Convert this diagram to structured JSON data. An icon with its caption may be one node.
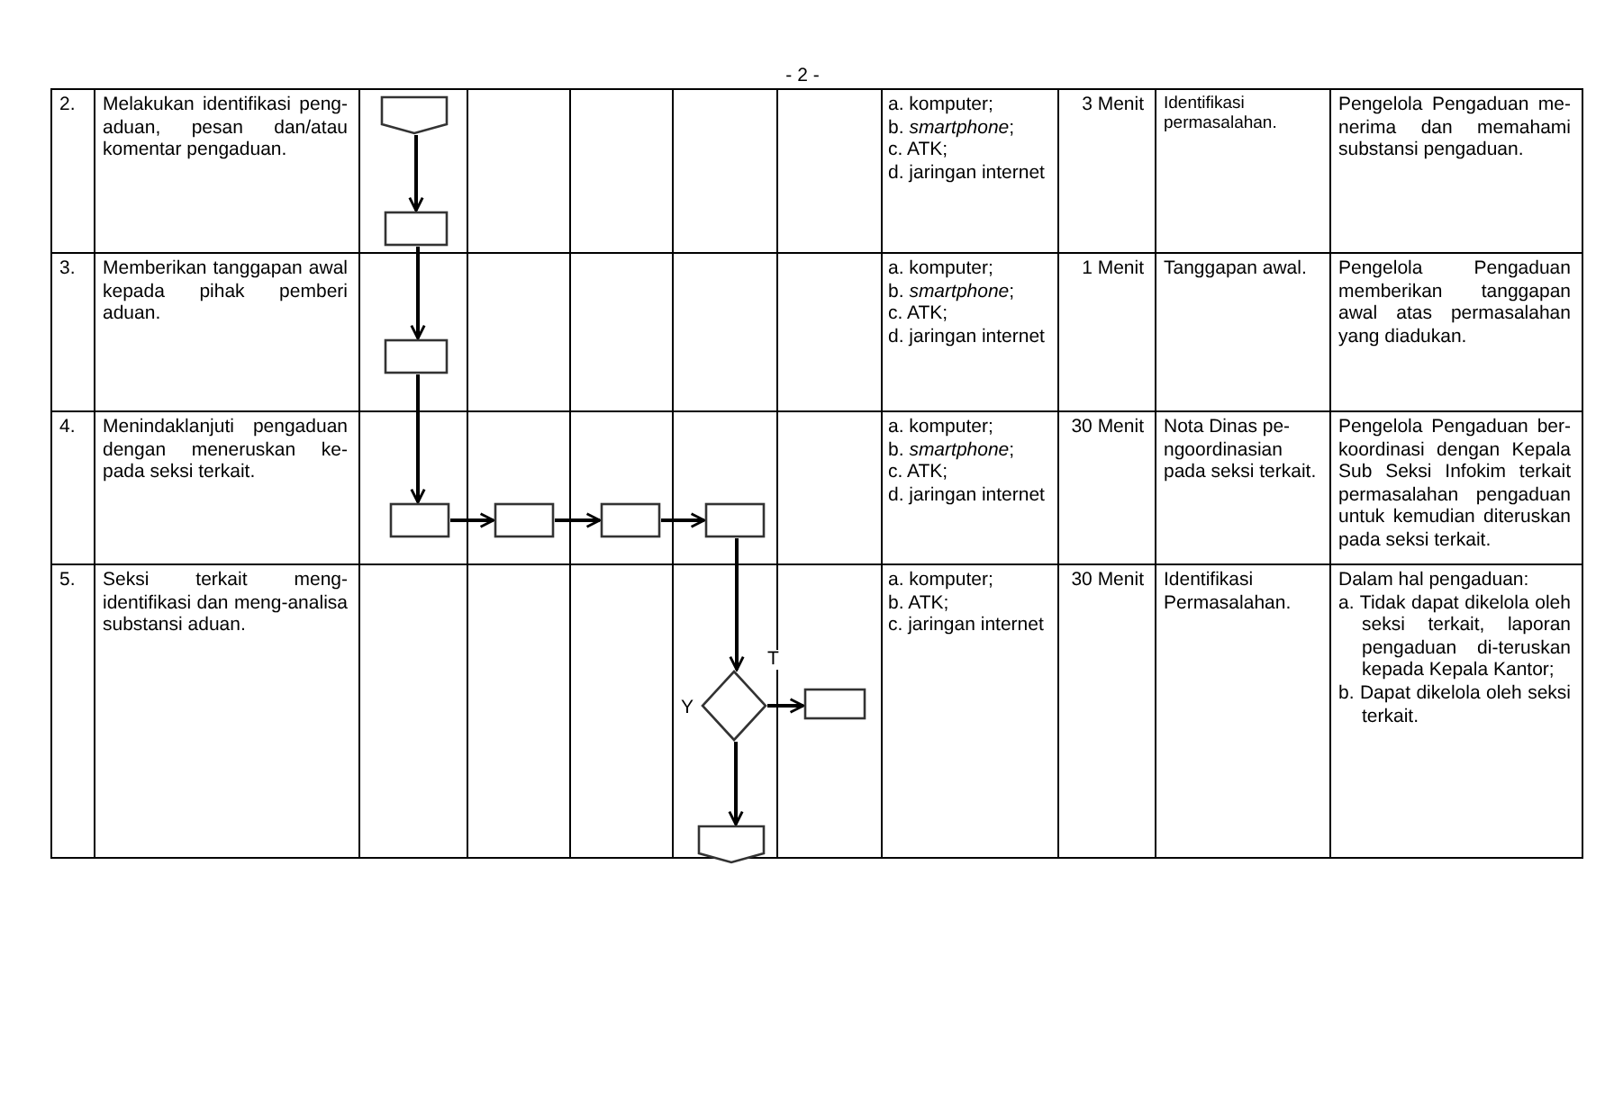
{
  "diagram": {
    "nodes": [
      {
        "text": [],
        "shape": "pentagon"
      },
      {
        "text": [],
        "shape": "box"
      },
      {
        "text": [],
        "shape": "box"
      },
      {
        "text": [],
        "shape": "box"
      },
      {
        "text": [],
        "shape": "box"
      },
      {
        "text": [],
        "shape": "box"
      },
      {
        "text": [],
        "shape": "box"
      },
      {
        "text": [],
        "shape": "diamond"
      },
      {
        "text": [],
        "shape": "box"
      },
      {
        "text": [],
        "shape": "pentagon"
      }
    ],
    "edges": [
      {
        "from": 0,
        "to": 1,
        "arrow": "to"
      },
      {
        "from": 1,
        "to": 2,
        "arrow": "to"
      },
      {
        "from": 2,
        "to": 3,
        "arrow": "to"
      },
      {
        "from": 3,
        "to": 4,
        "arrow": "to"
      },
      {
        "from": 4,
        "to": 5,
        "arrow": "to"
      },
      {
        "from": 5,
        "to": 6,
        "arrow": "to"
      },
      {
        "from": 6,
        "to": 7,
        "arrow": "to"
      },
      {
        "from": 7,
        "to": 8,
        "arrow": "to",
        "label": "T"
      },
      {
        "from": 7,
        "to": 9,
        "arrow": "to",
        "label": "Y"
      }
    ],
    "labels": [
      "- 2 -",
      "2.",
      "Melakukan identifikasi peng-aduan, pesan dan/atau komentar pengaduan.",
      "a. komputer;",
      "b. *smartphone*;",
      "c. ATK;",
      "d. jaringan internet",
      "3 Menit",
      "Identifikasi permasalahan.",
      "Pengelola Pengaduan me-nerima dan memahami substansi pengaduan.",
      "3.",
      "Memberikan tanggapan awal kepada pihak pemberi aduan.",
      "a. komputer;",
      "b. *smartphone*;",
      "c. ATK;",
      "d. jaringan internet",
      "1 Menit",
      "Tanggapan awal.",
      "Pengelola Pengaduan memberikan tanggapan awal atas permasalahan yang diadukan.",
      "4.",
      "Menindaklanjuti pengaduan dengan meneruskan ke-pada seksi terkait.",
      "a. komputer;",
      "b. *smartphone*;",
      "c. ATK;",
      "d. jaringan internet",
      "30 Menit",
      "Nota Dinas pe-ngoordinasian pada seksi terkait.",
      "Pengelola Pengaduan ber-koordinasi dengan Kepala Sub Seksi Infokim terkait permasalahan pengaduan untuk kemudian diteruskan pada seksi terkait.",
      "5.",
      "Seksi terkait meng-identifikasi dan meng-analisa substansi aduan.",
      "a. komputer;",
      "b. ATK;",
      "c. jaringan internet",
      "30 Menit",
      "Identifikasi Permasalahan.",
      "Dalam hal pengaduan:",
      "a. Tidak dapat dikelola oleh seksi terkait, laporan pengaduan di-teruskan kepada Kepala Kantor;",
      "b. Dapat dikelola oleh seksi terkait."
    ]
  }
}
